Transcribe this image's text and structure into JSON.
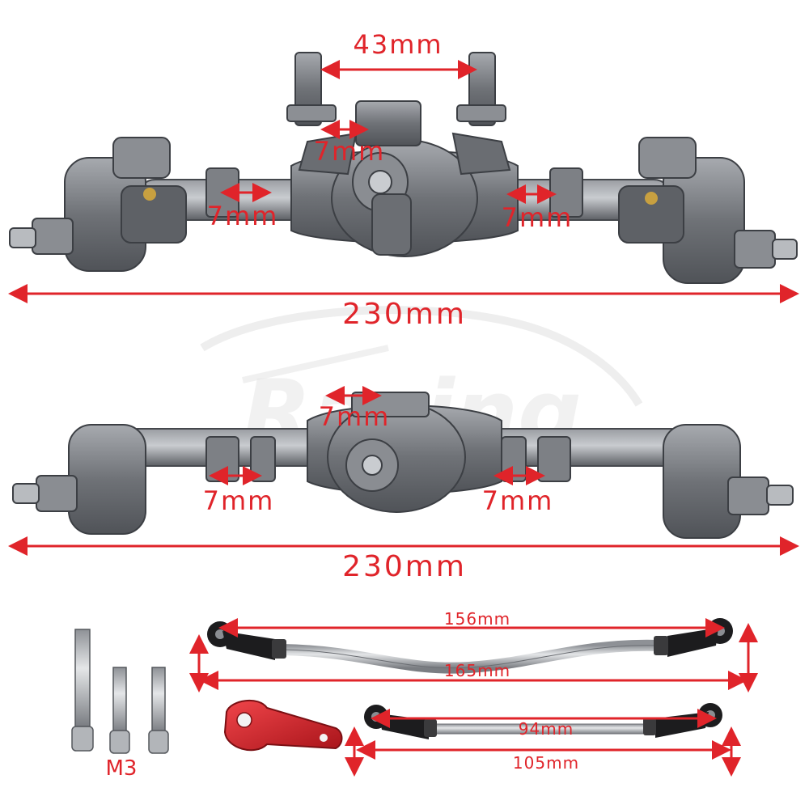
{
  "watermark": "Racing",
  "colors": {
    "accent": "#e0242a",
    "metal": "#7a7d82",
    "metal_dark": "#4a4d52",
    "rod": "#b9bcc0",
    "anodized": "#d3242a"
  },
  "front_axle": {
    "top_width": "43mm",
    "left_inner": "7mm",
    "left_link": "7mm",
    "right_link": "7mm",
    "total_length": "230mm"
  },
  "rear_axle": {
    "top_link": "7mm",
    "left_link": "7mm",
    "right_link": "7mm",
    "total_length": "230mm"
  },
  "screws": {
    "label": "M3"
  },
  "long_link": {
    "inner_length": "156mm",
    "outer_length": "165mm"
  },
  "short_link": {
    "inner_length": "94mm",
    "outer_length": "105mm"
  }
}
